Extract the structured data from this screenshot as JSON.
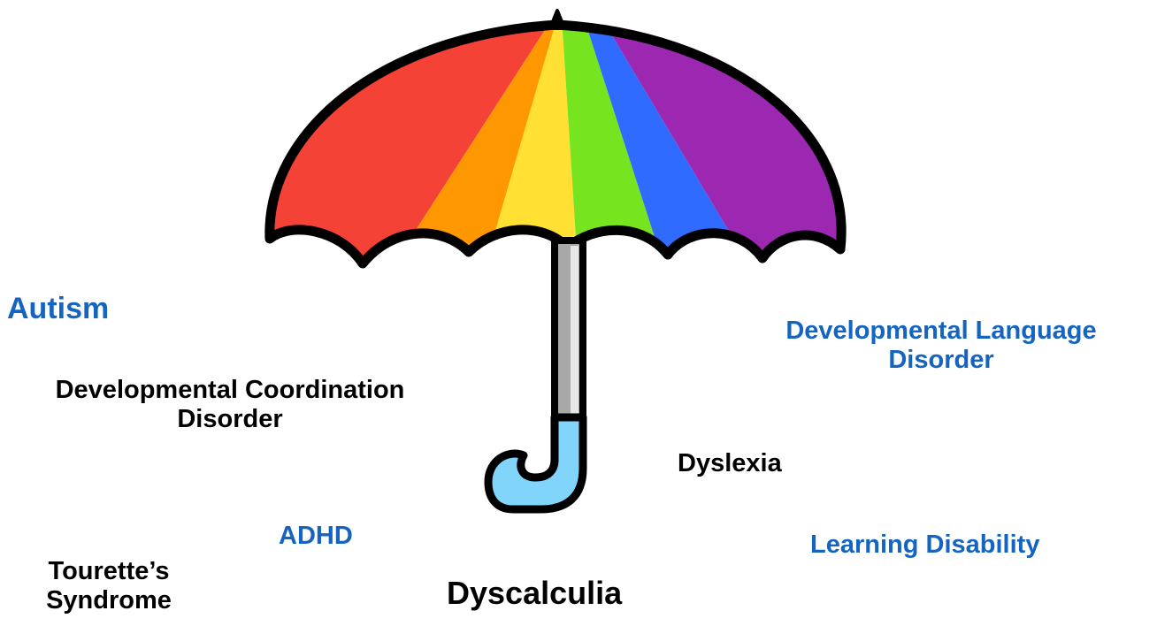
{
  "colors": {
    "label_blue": "#1565c0",
    "label_black": "#000000",
    "canopy_red": "#f44336",
    "canopy_orange": "#ff9800",
    "canopy_yellow": "#ffe033",
    "canopy_green": "#76e51f",
    "canopy_blue": "#2f6bff",
    "canopy_purple": "#9c27b0",
    "shaft_gray": "#a8a8a8",
    "handle_light_blue": "#81d4fa",
    "outline": "#000000"
  },
  "labels": {
    "autism": "Autism",
    "developmental_language_disorder": [
      "Developmental Language",
      "Disorder"
    ],
    "developmental_coordination_disorder": [
      "Developmental Coordination",
      "Disorder"
    ],
    "dyslexia": "Dyslexia",
    "adhd": "ADHD",
    "learning_disability": "Learning Disability",
    "tourettes_syndrome": [
      "Tourette’s",
      "Syndrome"
    ],
    "dyscalculia": "Dyscalculia"
  }
}
